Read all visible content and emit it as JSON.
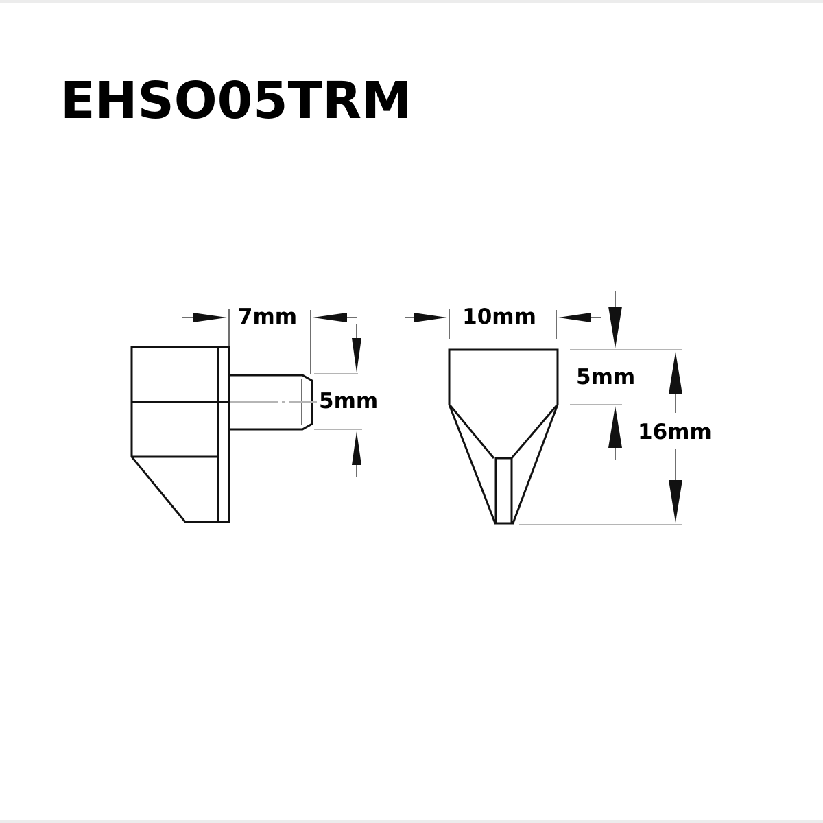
{
  "title": "EHSO05TRM",
  "side_view": {
    "width_label": "7mm",
    "pin_diameter_label": "5mm"
  },
  "front_view": {
    "width_label": "10mm",
    "top_height_label": "5mm",
    "total_height_label": "16mm"
  },
  "colors": {
    "line": "#111111",
    "extension": "#b5b5b5",
    "frame": "#ececec"
  }
}
